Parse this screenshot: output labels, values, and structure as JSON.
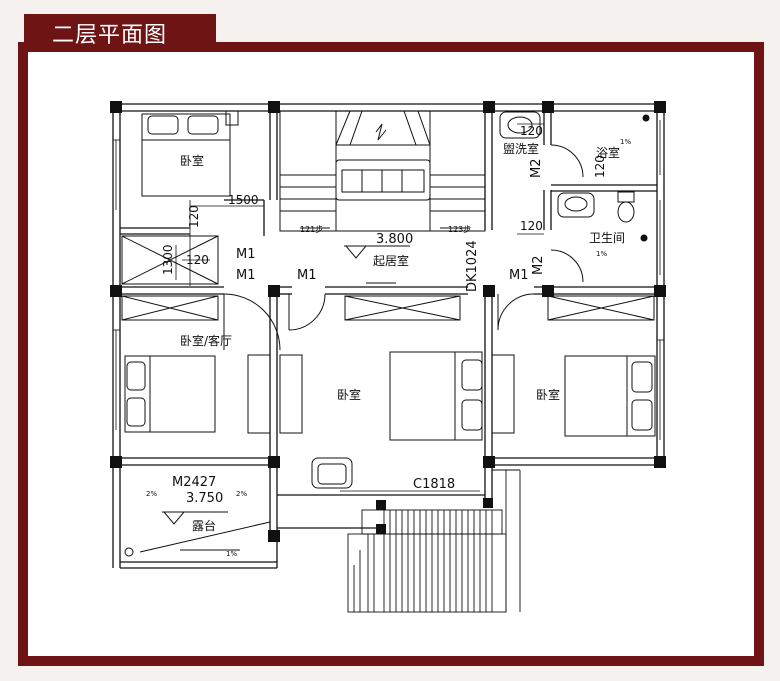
{
  "header": {
    "title": "二层平面图"
  },
  "rooms": {
    "bedroom_nw": "卧室",
    "washroom": "盥洗室",
    "bathroom": "浴室",
    "toilet": "卫生间",
    "living": "起居室",
    "bedroom_w": "卧室/客厅",
    "bedroom_c": "卧室",
    "bedroom_e": "卧室",
    "terrace": "露台"
  },
  "labels": {
    "elevation_living": "3.800",
    "elevation_terrace": "3.750",
    "window_c1818": "C1818",
    "door_m2427": "M2427",
    "door_dk1024": "DK1024",
    "door_m1_a": "M1",
    "door_m1_b": "M1",
    "door_m1_c": "M1",
    "door_m1_d": "M1",
    "door_m2_a": "M2",
    "door_m2_b": "M2",
    "stair_up": "121步",
    "stair_down": "123步"
  },
  "dimensions": {
    "d1500": "1500",
    "d1300": "1300",
    "d120_a": "120",
    "d120_b": "120",
    "d120_c": "120",
    "d120_d": "120",
    "d120_e": "120"
  },
  "slopes": {
    "bath": "1%",
    "toilet": "1%",
    "terrace_left": "2%",
    "terrace_right": "2%",
    "terrace_bottom": "1%"
  },
  "colors": {
    "frame": "#6e1414",
    "background": "#f4f1ef",
    "line": "#111111"
  }
}
